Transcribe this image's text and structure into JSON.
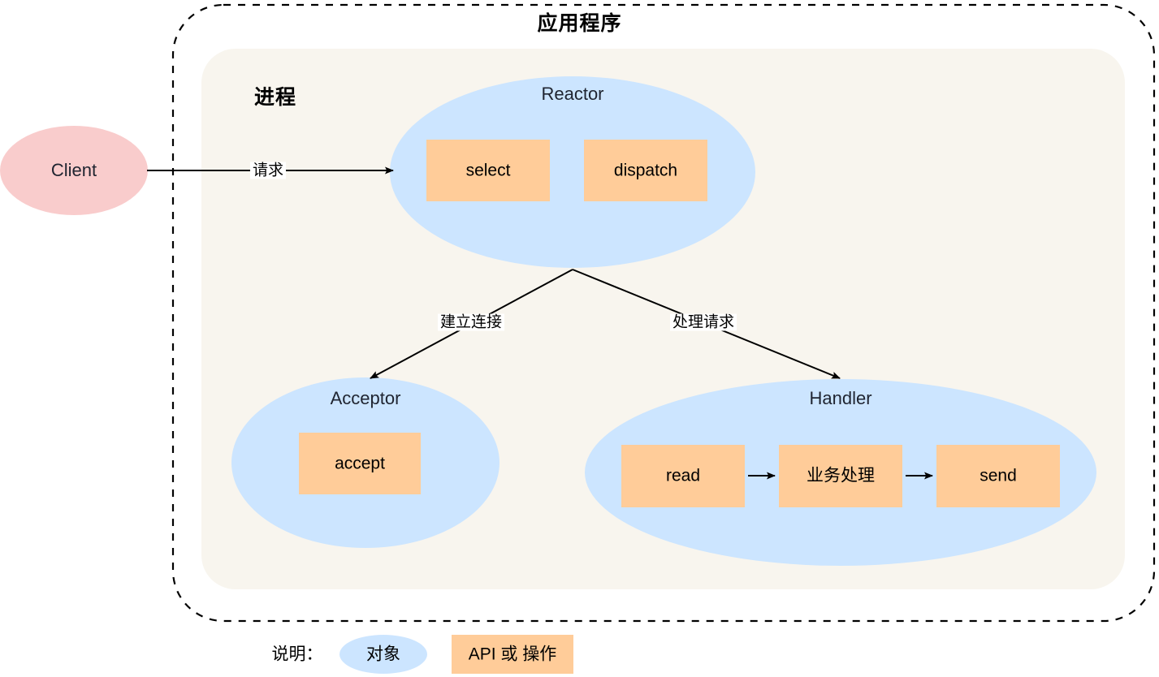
{
  "diagram": {
    "app_boundary_label": "应用程序",
    "process_label": "进程",
    "client": {
      "label": "Client",
      "fill": "#F9CCCC"
    },
    "edges": {
      "request": "请求",
      "establish_connection": "建立连接",
      "handle_request": "处理请求"
    },
    "reactor": {
      "name": "Reactor",
      "ops": [
        {
          "label": "select"
        },
        {
          "label": "dispatch"
        }
      ]
    },
    "acceptor": {
      "name": "Acceptor",
      "ops": [
        {
          "label": "accept"
        }
      ]
    },
    "handler": {
      "name": "Handler",
      "ops": [
        {
          "label": "read"
        },
        {
          "label": "业务处理"
        },
        {
          "label": "send"
        }
      ]
    },
    "legend": {
      "caption": "说明：",
      "object_label": "对象",
      "api_label": "API 或 操作"
    },
    "colors": {
      "object_fill": "#CCE5FF",
      "api_fill": "#FFCC99",
      "client_fill": "#F9CCCC",
      "process_fill": "#F8F5EE",
      "line": "#000000",
      "boundary": "#000000"
    }
  }
}
